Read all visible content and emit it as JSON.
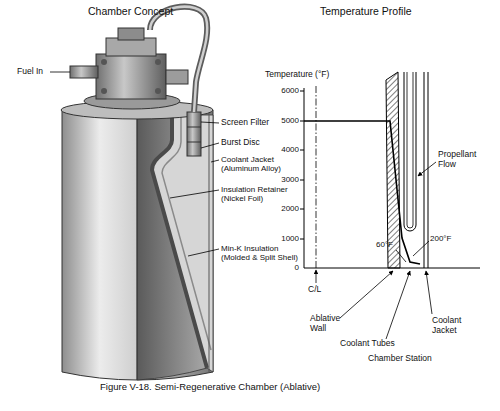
{
  "diagram": {
    "caption": "Figure V-18. Semi-Regenerative Chamber (Ablative)",
    "labels": [
      "Chamber Concept",
      "Temperature Profile",
      "Fuel In",
      "Screen Filter",
      "Burst Disc",
      "Coolant Jacket (Aluminum Alloy)",
      "Insulation Retainer (Nickel Foil)",
      "Min-K Insulation (Molded & Split Shell)",
      "Temperature (°F)",
      "6000",
      "5000",
      "4000",
      "3000",
      "2000",
      "1000",
      "0",
      "Propellant Flow",
      "200°F",
      "60°F",
      "C/L",
      "Ablative Wall",
      "Coolant Tubes",
      "Coolant Jacket",
      "Chamber Station"
    ]
  }
}
